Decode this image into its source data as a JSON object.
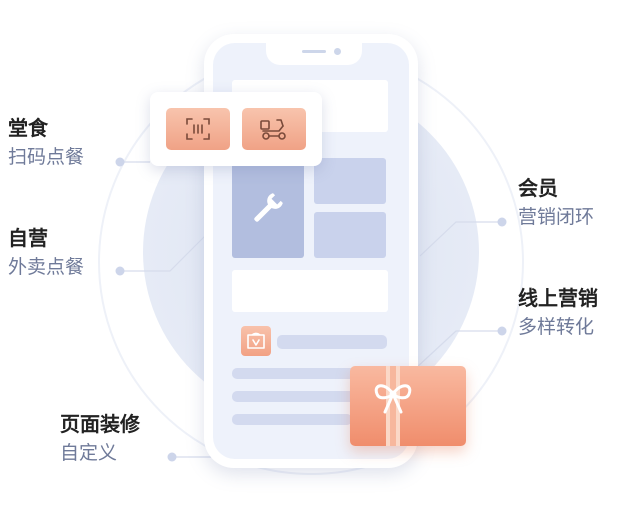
{
  "features": {
    "dine_in": {
      "title": "堂食",
      "desc": "扫码点餐"
    },
    "self_delivery": {
      "title": "自营",
      "desc": "外卖点餐"
    },
    "page_decoration": {
      "title": "页面装修",
      "desc": "自定义"
    },
    "membership": {
      "title": "会员",
      "desc": "营销闭环"
    },
    "online_marketing": {
      "title": "线上营销",
      "desc": "多样转化"
    }
  },
  "icons": {
    "scan": "scan-code-icon",
    "delivery": "delivery-scooter-icon",
    "wrench": "wrench-icon",
    "vip": "vip-badge-icon",
    "gift": "gift-box-icon"
  },
  "colors": {
    "accent_orange": "#f0a286",
    "screen_blue": "#b2bedf",
    "desc_text": "#6f7a99"
  }
}
